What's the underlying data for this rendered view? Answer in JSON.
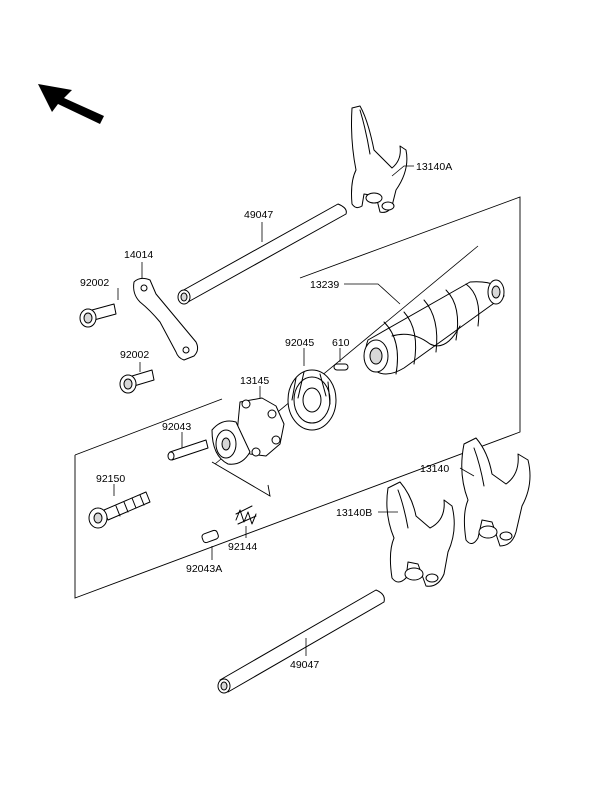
{
  "parts": [
    {
      "id": "p13140A",
      "label": "13140A"
    },
    {
      "id": "p49047a",
      "label": "49047"
    },
    {
      "id": "p14014",
      "label": "14014"
    },
    {
      "id": "p92002a",
      "label": "92002"
    },
    {
      "id": "p92002b",
      "label": "92002"
    },
    {
      "id": "p13239",
      "label": "13239"
    },
    {
      "id": "p92045",
      "label": "92045"
    },
    {
      "id": "p610",
      "label": "610"
    },
    {
      "id": "p13145",
      "label": "13145"
    },
    {
      "id": "p92043",
      "label": "92043"
    },
    {
      "id": "p92150",
      "label": "92150"
    },
    {
      "id": "p13140",
      "label": "13140"
    },
    {
      "id": "p13140B",
      "label": "13140B"
    },
    {
      "id": "p92144",
      "label": "92144"
    },
    {
      "id": "p92043A",
      "label": "92043A"
    },
    {
      "id": "p49047b",
      "label": "49047"
    }
  ],
  "icons": {
    "direction": "direction-arrow-icon"
  }
}
